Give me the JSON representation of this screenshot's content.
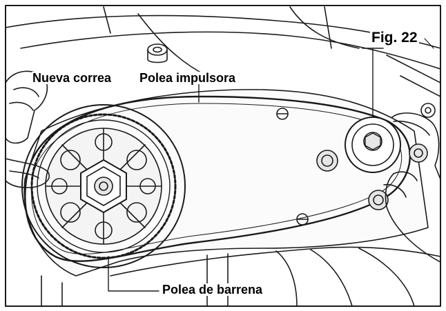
{
  "figure": {
    "number_label": "Fig. 22"
  },
  "labels": {
    "new_belt": "Nueva correa",
    "drive_pulley": "Polea impulsora",
    "auger_pulley": "Polea de barrena"
  },
  "colors": {
    "line": "#1a1a1a",
    "background": "#ffffff",
    "metal_shade": "#e6e6e6"
  }
}
